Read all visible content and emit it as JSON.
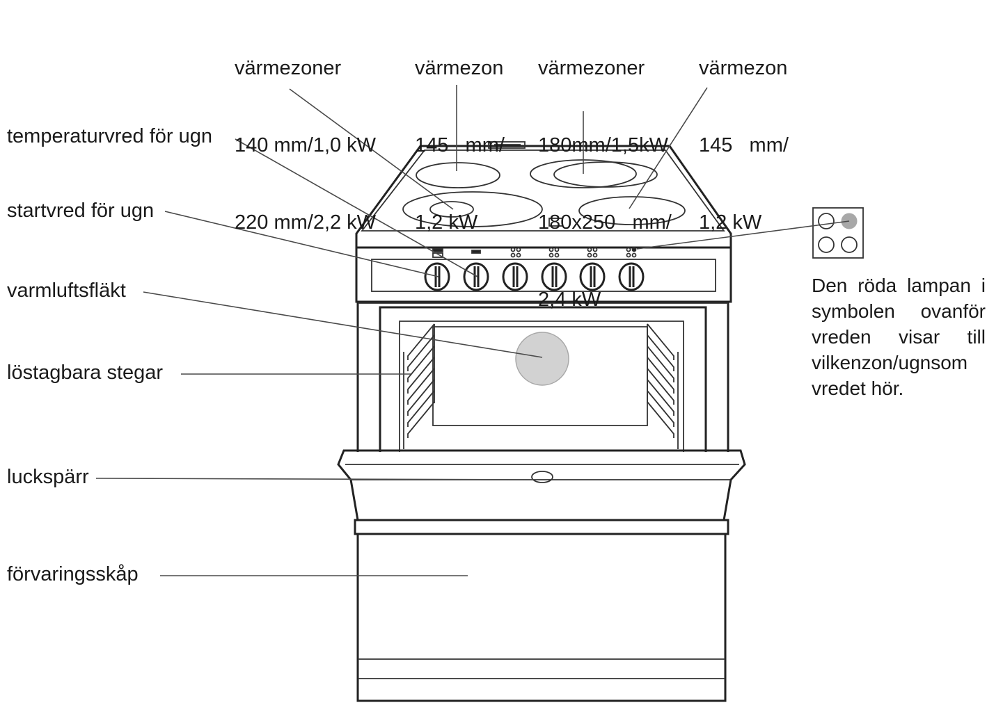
{
  "zone_labels": [
    {
      "title": "värmezoner",
      "line1": "140 mm/1,0 kW",
      "line2": "220 mm/2,2 kW",
      "line3": ""
    },
    {
      "title": "värmezon",
      "line1": "145   mm/",
      "line2": "1,2 kW",
      "line3": ""
    },
    {
      "title": "värmezoner",
      "line1": "180mm/1,5kW",
      "line2": "180x250   mm/",
      "line3": "2,4 kW"
    },
    {
      "title": "värmezon",
      "line1": "145   mm/",
      "line2": "1,2 kW",
      "line3": ""
    }
  ],
  "side_labels": {
    "temp_knob": "temperaturvred  för ugn",
    "start_knob": "startvred för ugn",
    "fan": "varmluftsfläkt",
    "racks": "löstagbara stegar",
    "door_lock": "luckspärr",
    "storage": "förvaringsskåp"
  },
  "note_lines": [
    "Den röda lampan i",
    "symbolen ovanför",
    "vreden visar till",
    "vilkenzon/ugnsom",
    "vredet hör."
  ],
  "colors": {
    "outline": "#222222",
    "leader": "#4a4a4a",
    "indicator_lamp": "#a8a8a8",
    "fan": "#d2d2d2"
  }
}
